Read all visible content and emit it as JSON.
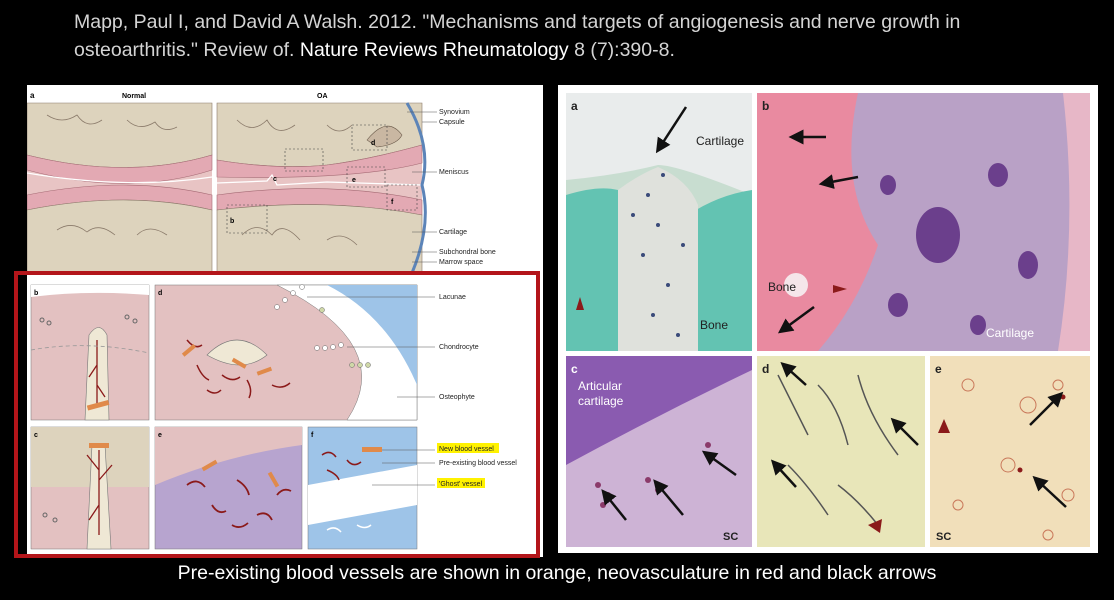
{
  "citation": {
    "authors_year_title": "Mapp, Paul I, and David A Walsh. 2012. \"Mechanisms and targets of angiogenesis and nerve growth in osteoarthritis.\" Review of.",
    "journal": "Nature Reviews Rheumatology",
    "volume_pages": "8 (7):390-8."
  },
  "left_figure": {
    "panel_a": "a",
    "normal": "Normal",
    "oa": "OA",
    "labels": [
      "Synovium",
      "Capsule",
      "Meniscus",
      "Cartilage",
      "Subchondral bone",
      "Marrow space"
    ],
    "sub_letters": [
      "b",
      "c",
      "d",
      "e",
      "f"
    ],
    "d_labels": [
      "Lacunae",
      "Chondrocyte",
      "Osteophyte"
    ],
    "legend": {
      "new": "New blood vessel",
      "pre": "Pre-existing blood vessel",
      "ghost": "'Ghost' vessel"
    },
    "colors": {
      "vessel_new": "#8b1a1a",
      "vessel_pre": "#e08a4a",
      "highlight": "#b3151a",
      "legend_bg": "#fff200"
    }
  },
  "right_figure": {
    "a": {
      "letter": "a",
      "cartilage": "Cartilage",
      "bone": "Bone"
    },
    "b": {
      "letter": "b",
      "bone": "Bone",
      "cartilage": "Cartilage"
    },
    "c": {
      "letter": "c",
      "articular": "Articular",
      "cartilage": "cartilage",
      "sc": "SC"
    },
    "d": {
      "letter": "d"
    },
    "e": {
      "letter": "e",
      "sc": "SC"
    }
  },
  "caption": "Pre-existing blood vessels are shown in orange, neovasculature in red and black arrows"
}
